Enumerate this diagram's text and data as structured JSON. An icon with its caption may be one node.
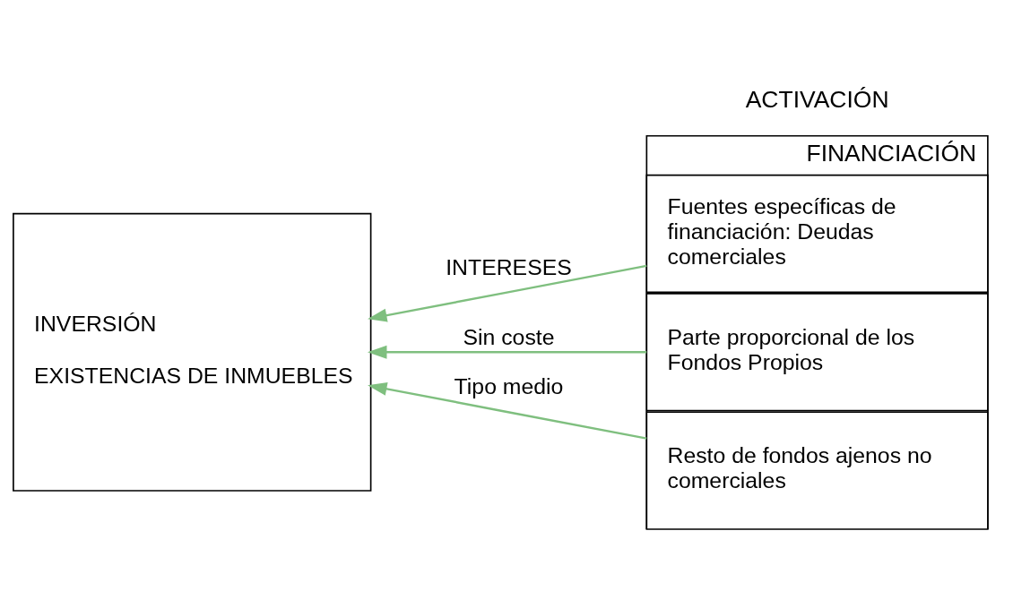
{
  "diagram": {
    "nodes": [
      {
        "text": [
          "INVERSIÓN",
          "EXISTENCIAS DE INMUEBLES"
        ]
      },
      {
        "text": [
          "FINANCIACIÓN"
        ]
      },
      {
        "text": [
          "Fuentes específicas de financiación: Deudas comerciales"
        ],
        "in": 1
      },
      {
        "text": [
          "Parte proporcional de los Fondos Propios"
        ],
        "in": 1
      },
      {
        "text": [
          "Resto de fondos ajenos no comerciales"
        ],
        "in": 1
      }
    ],
    "edges": [
      {
        "from": 2,
        "to": 0,
        "arrow": "to",
        "label": "INTERESES"
      },
      {
        "from": 3,
        "to": 0,
        "arrow": "to",
        "label": "Sin coste"
      },
      {
        "from": 4,
        "to": 0,
        "arrow": "to",
        "label": "Tipo medio"
      }
    ],
    "labels": [
      "ACTIVACIÓN"
    ]
  }
}
